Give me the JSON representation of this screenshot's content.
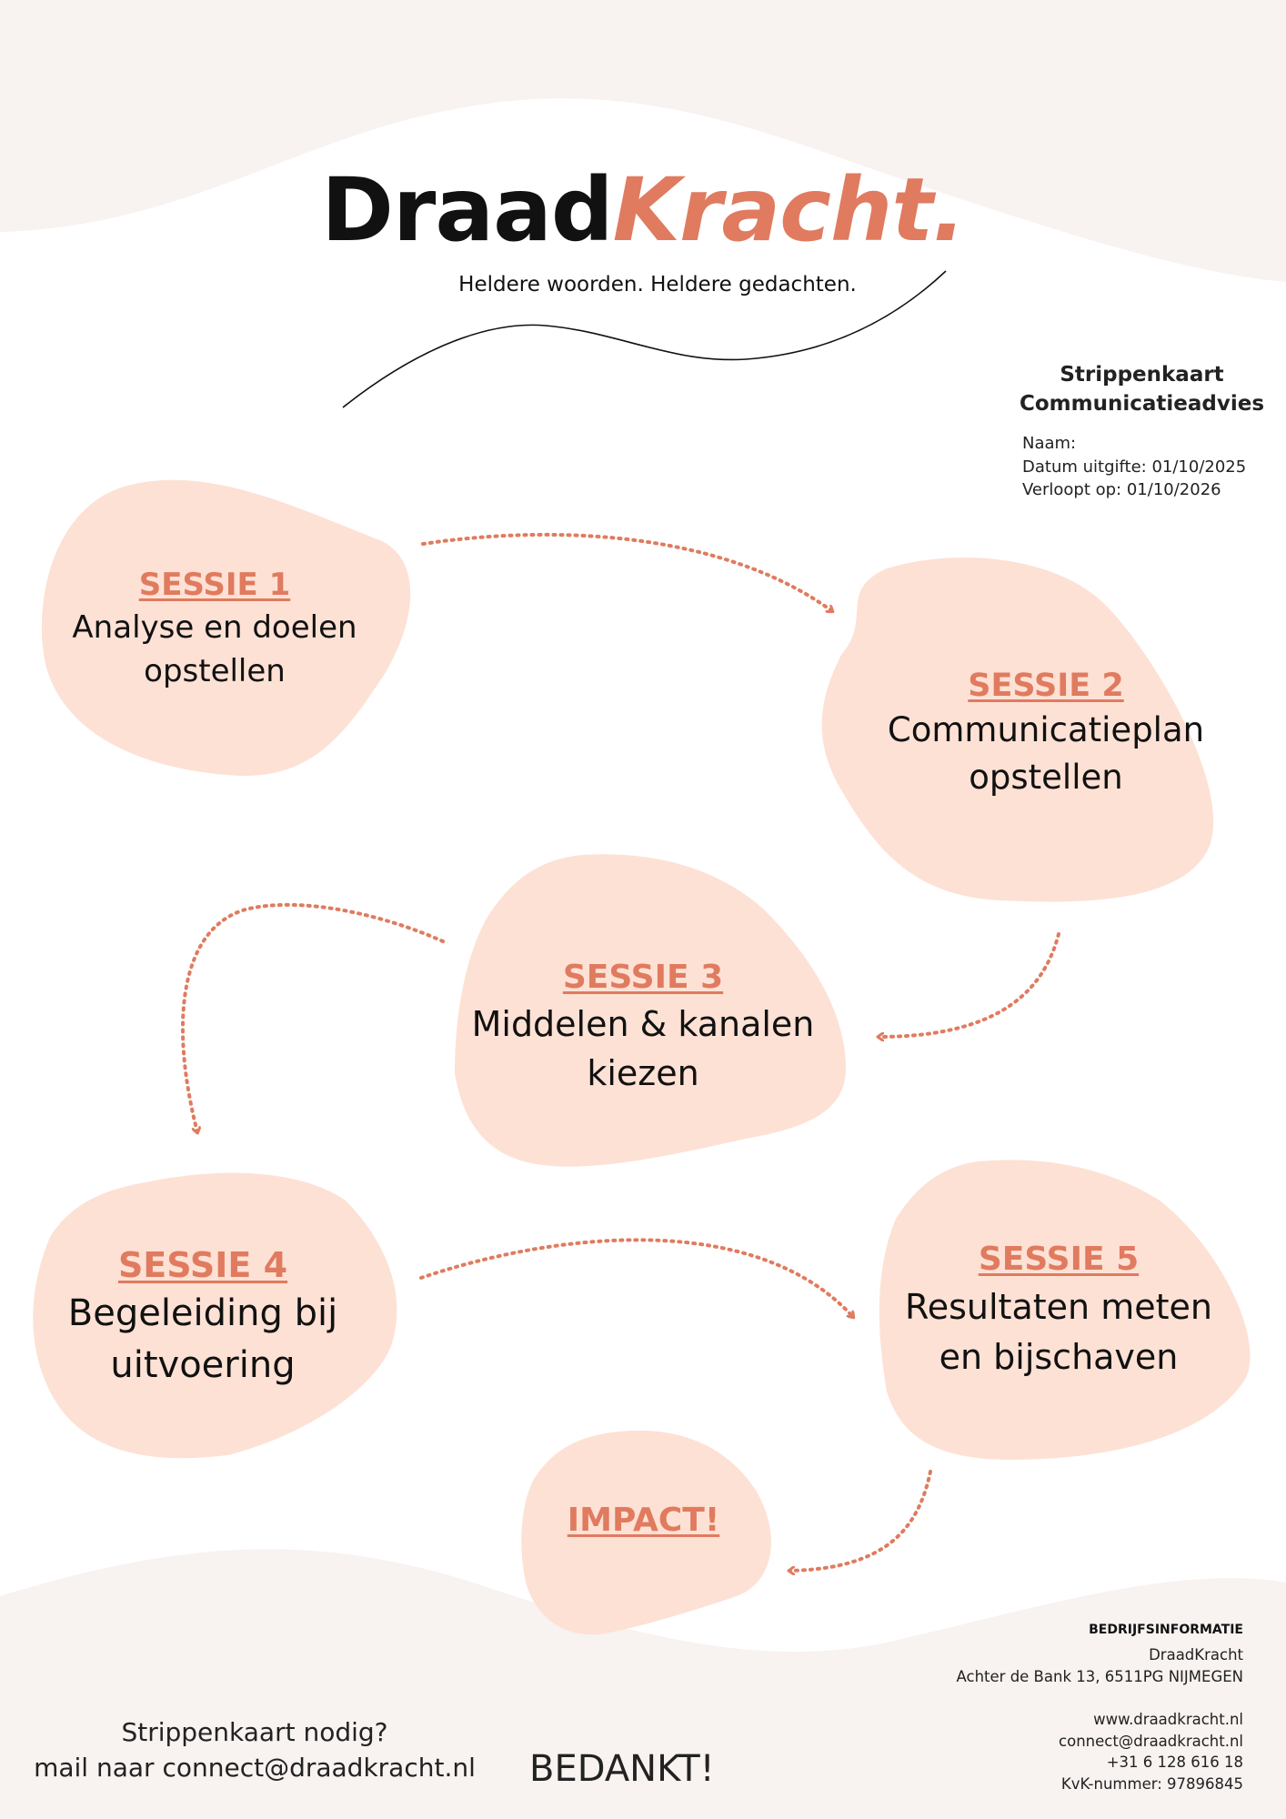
{
  "brand": {
    "name_part1": "Draad",
    "name_part2": "Kracht.",
    "tagline": "Heldere woorden. Heldere gedachten.",
    "accent_color": "#E07B5F",
    "blob_color": "#FDE1D5",
    "wave_color": "#F8F2F0"
  },
  "card": {
    "title_line1": "Strippenkaart",
    "title_line2": "Communicatieadvies",
    "name_label": "Naam:",
    "issue_date": "Datum uitgifte: 01/10/2025",
    "expiry_date": "Verloopt op: 01/10/2026"
  },
  "sessions": [
    {
      "label": "SESSIE 1",
      "line1": "Analyse en doelen",
      "line2": "opstellen"
    },
    {
      "label": "SESSIE 2",
      "line1": "Communicatieplan",
      "line2": "opstellen"
    },
    {
      "label": "SESSIE 3",
      "line1": "Middelen & kanalen",
      "line2": "kiezen"
    },
    {
      "label": "SESSIE 4",
      "line1": "Begeleiding bij",
      "line2": "uitvoering"
    },
    {
      "label": "SESSIE 5",
      "line1": "Resultaten meten",
      "line2": "en bijschaven"
    }
  ],
  "impact": "IMPACT!",
  "business": {
    "heading": "BEDRIJFSINFORMATIE",
    "company": "DraadKracht",
    "address": "Achter de Bank 13, 6511PG NIJMEGEN",
    "website": "www.draadkracht.nl",
    "email": "connect@draadkracht.nl",
    "phone": "+31 6 128 616 18",
    "kvk": "KvK-nummer: 97896845"
  },
  "cta": {
    "line1": "Strippenkaart nodig?",
    "line2": "mail naar connect@draadkracht.nl"
  },
  "thanks": "BEDANKT!"
}
